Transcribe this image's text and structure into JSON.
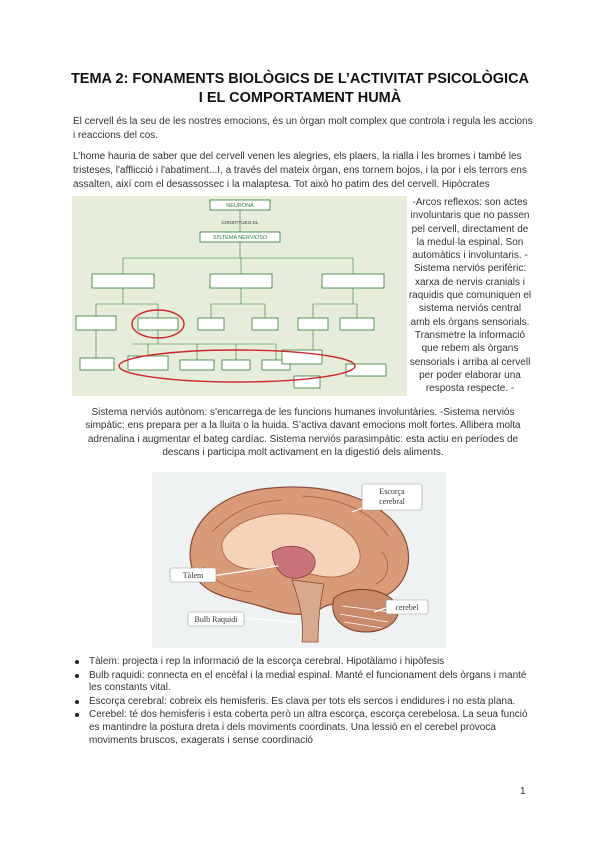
{
  "title_line1": "TEMA 2: FONAMENTS BIOLÒGICS DE L’ACTIVITAT PSICOLÒGICA",
  "title_line2": "I EL COMPORTAMENT HUMÀ",
  "para1": "El cervell és la seu de les nostres emocions, és un òrgan molt complex que controla i regula les accions i reaccions del cos.",
  "para2": "L’home hauria de saber que del cervell venen les alegries, els plaers, la rialla i les bromes i també les tristeses, l'afflicció i l'abatiment...I, a través del mateix òrgan, ens tornem bojos, i la por i els terrors ens assalten, així com el desassossec i la malaptesa. Tot això ho patim des del cervell. Hipòcrates",
  "diagram": {
    "top_box": "NEURONA",
    "sub_text": "CONSTITUEIX EL",
    "main_box": "SISTEMA NERVIOSO"
  },
  "side_text": "-Arcos reflexos: son actes involuntaris que no passen pel cervell, directament de la medul·la espinal. Son automàtics i involuntaris. -Sistema nerviós perifèric: xarxa de nervis cranials i raquidis que comuniquen el sistema nerviós central amb els òrgans sensorials. Transmetre la informació que rebem als òrgans sensorials i arriba al cervell per poder elaborar una resposta respecte. -",
  "center_text": "Sistema nerviós autònom: s’encarrega de les funcions humanes involuntàries. -Sistema nerviós simpàtic: ens prepara per a la lluita o la huida. S’activa davant emocions molt fortes. Allibera molta adrenalina i augmentar el bateg cardíac. Sistema nerviós parasimpàtic: esta actiu en períodes de descans i participa molt activament en la digestió dels aliments.",
  "brain_labels": {
    "escorca": "Escorça cerebral",
    "talem": "Tàlem",
    "cerebel": "cerebel",
    "bulb": "Bulb Raquidi"
  },
  "bullets": [
    "Tàlem: projecta i rep la informació de la escorça cerebral. Hipotàlamo i hipòfesis",
    "Bulb raquidi: connecta en el encèfal i la medial espinal. Manté el funcionament dels òrgans i manté les constants vital.",
    "Escorça cerebral: cobreix els hemisferis. Es clava per tots els sercos i endidures i no esta plana.",
    "Cerebel: té dos hemisferis i esta coberta però un altra escorça, escorça cerebelosa. La seua funció es mantindre la postura dreta i dels moviments coordinats. Una lessió en el cerebel provoca moviments bruscos, exagerats i sense coordinació"
  ],
  "page_number": "1",
  "colors": {
    "diagram_bg": "#e6eedb",
    "diagram_box": "#2f7a35",
    "circle": "#d0252a"
  }
}
